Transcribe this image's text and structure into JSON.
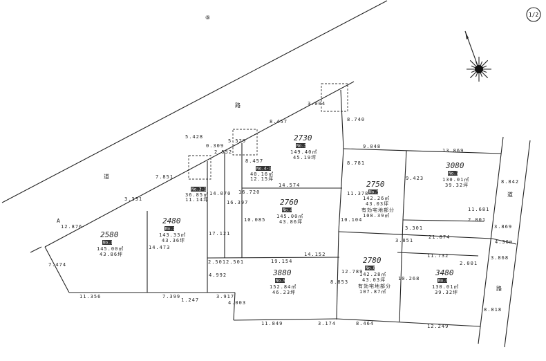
{
  "sheet": {
    "page_marker": "1/2",
    "point_marker": "⑥"
  },
  "roads": {
    "top_a": "道",
    "top_b": "路",
    "right_a": "道",
    "right_b": "路",
    "left_letter": "A",
    "right_width": "4.30m"
  },
  "dimensions": [
    "5.428",
    "7.851",
    "3.331",
    "12.876",
    "7.474",
    "11.356",
    "7.399",
    "1.247",
    "3.917",
    "4.003",
    "11.849",
    "3.174",
    "8.464",
    "12.249",
    "0.309",
    "2.552",
    "5.529",
    "8.457",
    "3.004",
    "8.740",
    "9.048",
    "13.869",
    "8.781",
    "11.378",
    "10.104",
    "12.789",
    "8.853",
    "14.574",
    "14.152",
    "19.154",
    "2.501",
    "2.501",
    "4.992",
    "17.121",
    "14.070",
    "16.397",
    "16.720",
    "10.085",
    "8.457",
    "14.473",
    "9.423",
    "3.301",
    "11.681",
    "2.001",
    "21.874",
    "3.851",
    "11.732",
    "2.001",
    "10.268",
    "8.842",
    "3.869",
    "3.868",
    "8.818"
  ],
  "lots": [
    {
      "number": "2580",
      "badge": "No.1",
      "area_m2": "145.00㎡",
      "area_tsubo": "43.86坪"
    },
    {
      "number": "2480",
      "badge": "No.2",
      "area_m2": "143.33㎡",
      "area_tsubo": "43.36坪"
    },
    {
      "number": "2730",
      "badge": "No.3",
      "area_m2": "149.40㎡",
      "area_tsubo": "45.19坪"
    },
    {
      "number": "2760",
      "badge": "No.4",
      "area_m2": "145.00㎡",
      "area_tsubo": "43.86坪"
    },
    {
      "number": "2750",
      "badge": "No.5",
      "area_m2": "142.26㎡",
      "area_tsubo": "43.03坪",
      "effective": "有効宅地部分",
      "effective_m2": "108.39㎡"
    },
    {
      "number": "3080",
      "badge": "No.7",
      "area_m2": "130.01㎡",
      "area_tsubo": "39.32坪"
    },
    {
      "number": "2780",
      "badge": "No.8",
      "area_m2": "142.28㎡",
      "area_tsubo": "43.03坪",
      "effective": "有効宅地部分",
      "effective_m2": "107.87㎡"
    },
    {
      "number": "3480",
      "badge": "No.6",
      "area_m2": "130.01㎡",
      "area_tsubo": "39.32坪"
    },
    {
      "number": "3880",
      "badge": "No.9",
      "area_m2": "152.84㎡",
      "area_tsubo": "46.23坪"
    }
  ],
  "sublots": [
    {
      "badge": "No.3-1",
      "area_m2": "36.85㎡",
      "area_tsubo": "11.14坪"
    },
    {
      "badge": "No.4-1",
      "area_m2": "40.16㎡",
      "area_tsubo": "12.15坪"
    }
  ]
}
